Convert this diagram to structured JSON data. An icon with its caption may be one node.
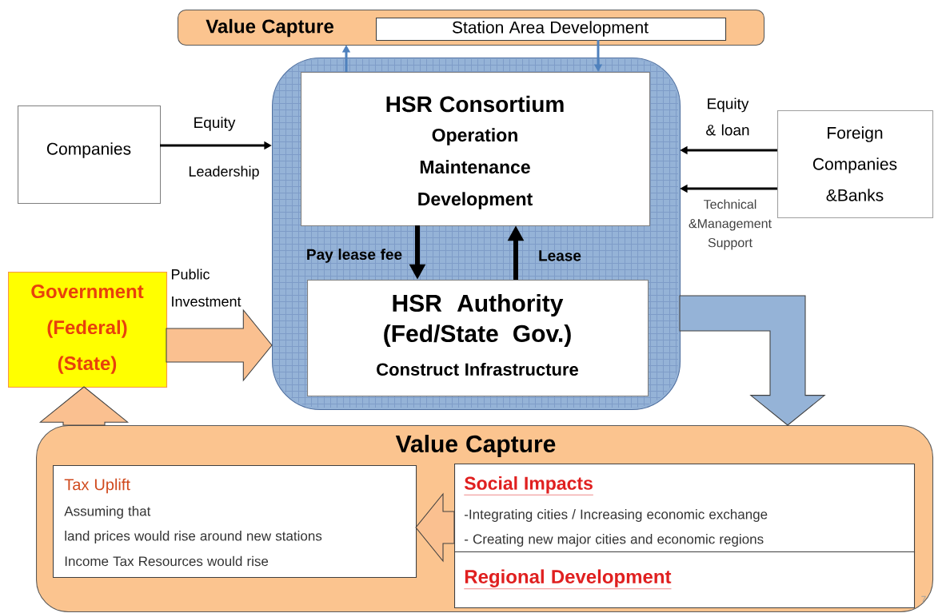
{
  "diagram": {
    "nodes": [
      {
        "text": [
          "Value Capture"
        ]
      },
      {
        "text": [
          "Station Area Development"
        ],
        "in": 0
      },
      {
        "text": [],
        "shape": "box"
      },
      {
        "text": [
          "HSR Consortium",
          "Operation Maintenance Development"
        ],
        "in": 2
      },
      {
        "text": [
          "HSR Authority (Fed/State Gov.)",
          "Construct Infrastructure"
        ],
        "in": 2
      },
      {
        "text": [
          "Companies"
        ]
      },
      {
        "text": [
          "Foreign Companies &Banks"
        ]
      },
      {
        "text": [
          "Government (Federal) (State)"
        ]
      },
      {
        "text": [
          "Value Capture"
        ]
      },
      {
        "text": [
          "Tax Uplift",
          "Assuming that",
          "land prices would rise around new stations",
          "Income Tax Resources would rise"
        ],
        "in": 8
      },
      {
        "text": [
          "Social Impacts",
          "-Integrating cities / Increasing economic exchange",
          "- Creating new major cities and economic regions"
        ],
        "in": 8
      },
      {
        "text": [
          "Regional Development"
        ],
        "in": 8
      }
    ],
    "edges": [
      {
        "from": 3,
        "to": 0,
        "arrow": "to",
        "color": "#4f81bd"
      },
      {
        "from": 1,
        "to": 3,
        "arrow": "to",
        "color": "#4f81bd"
      },
      {
        "from": 5,
        "to": 2,
        "arrow": "to",
        "label": "Equity"
      },
      {
        "from": 6,
        "to": 2,
        "arrow": "to",
        "label": "Equity & loan"
      },
      {
        "from": 6,
        "to": 2,
        "arrow": "to",
        "label": "Technical &Management Support"
      },
      {
        "from": 3,
        "to": 4,
        "arrow": "to",
        "label": "Pay lease fee",
        "style": "thick"
      },
      {
        "from": 4,
        "to": 3,
        "arrow": "to",
        "label": "Lease",
        "style": "thick"
      },
      {
        "from": 7,
        "to": 2,
        "arrow": "to",
        "label": "Public Investment",
        "style": "thick",
        "color": "#fac090"
      },
      {
        "from": 2,
        "to": 8,
        "arrow": "to",
        "style": "thick",
        "color": "#95b3d7"
      },
      {
        "from": 8,
        "to": 7,
        "arrow": "to",
        "style": "thick",
        "color": "#fac090"
      },
      {
        "from": 10,
        "to": 9,
        "arrow": "to",
        "style": "thick",
        "color": "#fac090"
      }
    ],
    "labels": [
      "Leadership",
      "7"
    ]
  }
}
